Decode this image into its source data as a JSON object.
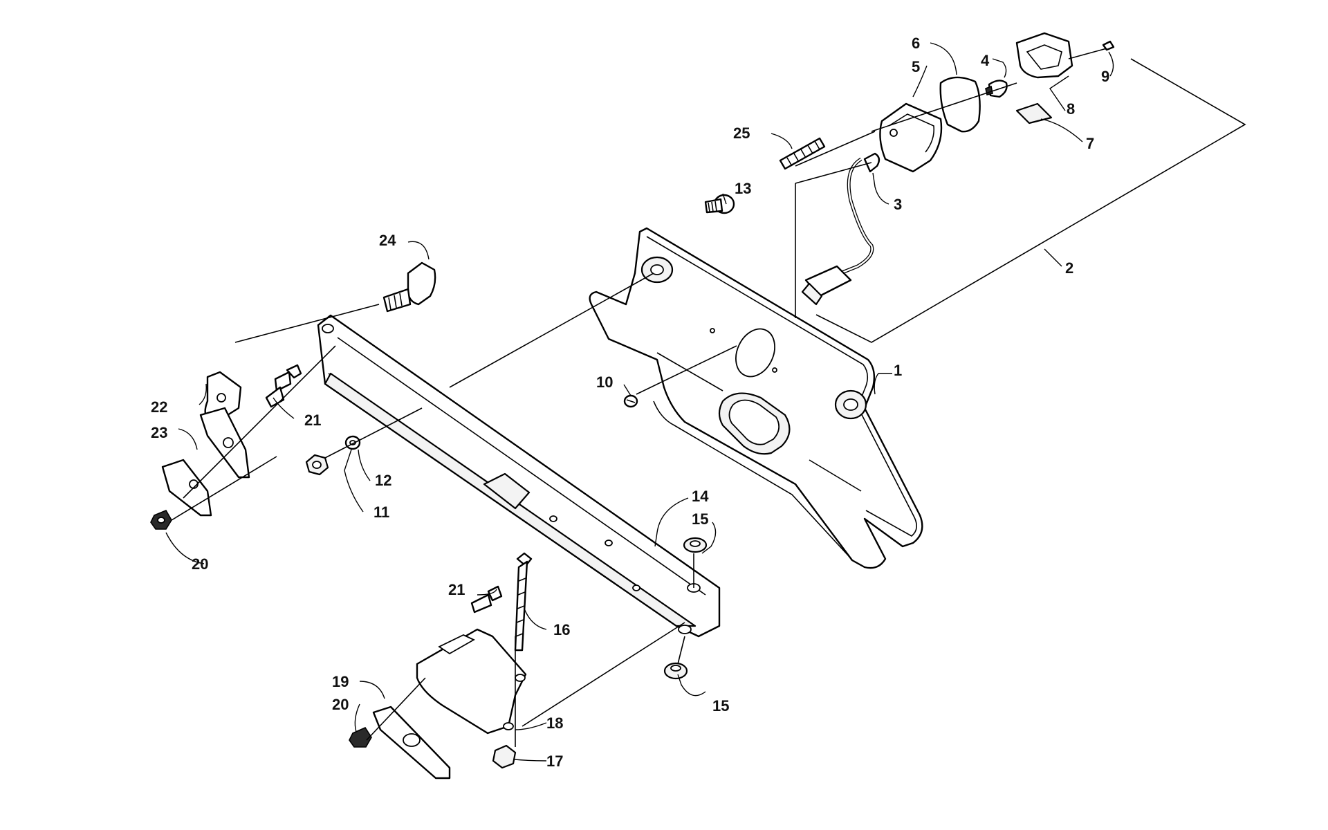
{
  "callouts": [
    {
      "id": "1",
      "label": "1"
    },
    {
      "id": "2",
      "label": "2"
    },
    {
      "id": "3",
      "label": "3"
    },
    {
      "id": "4",
      "label": "4"
    },
    {
      "id": "5",
      "label": "5"
    },
    {
      "id": "6",
      "label": "6"
    },
    {
      "id": "7",
      "label": "7"
    },
    {
      "id": "8",
      "label": "8"
    },
    {
      "id": "9",
      "label": "9"
    },
    {
      "id": "10",
      "label": "10"
    },
    {
      "id": "11",
      "label": "11"
    },
    {
      "id": "12",
      "label": "12"
    },
    {
      "id": "13",
      "label": "13"
    },
    {
      "id": "14",
      "label": "14"
    },
    {
      "id": "15a",
      "label": "15"
    },
    {
      "id": "15b",
      "label": "15"
    },
    {
      "id": "16",
      "label": "16"
    },
    {
      "id": "17",
      "label": "17"
    },
    {
      "id": "18",
      "label": "18"
    },
    {
      "id": "19",
      "label": "19"
    },
    {
      "id": "20a",
      "label": "20"
    },
    {
      "id": "20b",
      "label": "20"
    },
    {
      "id": "21a",
      "label": "21"
    },
    {
      "id": "21b",
      "label": "21"
    },
    {
      "id": "22",
      "label": "22"
    },
    {
      "id": "23",
      "label": "23"
    },
    {
      "id": "24",
      "label": "24"
    },
    {
      "id": "25",
      "label": "25"
    }
  ]
}
